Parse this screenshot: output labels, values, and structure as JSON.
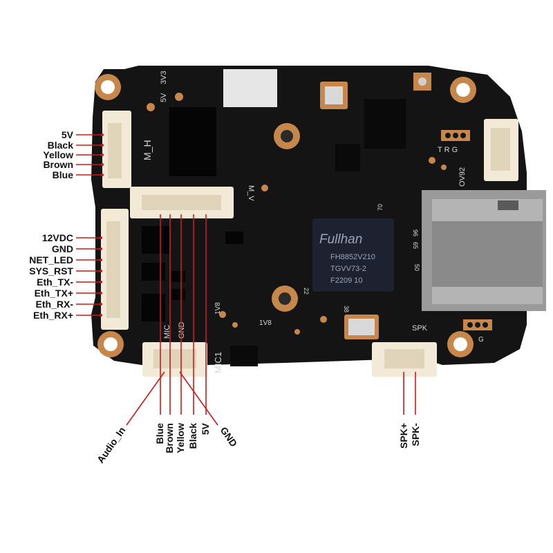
{
  "colors": {
    "board": "#141414",
    "wire": "#d01818",
    "text": "#111111",
    "pad": "#c8874a",
    "connector": "#f2ead7"
  },
  "left_upper_labels": [
    "5V",
    "Black",
    "Yellow",
    "Brown",
    "Blue"
  ],
  "left_lower_labels": [
    "12VDC",
    "GND",
    "NET_LED",
    "SYS_RST",
    "Eth_TX-",
    "Eth_TX+",
    "Eth_RX-",
    "Eth_RX+"
  ],
  "bottom_labels": [
    "Audio_In",
    "Blue",
    "Brown",
    "Yellow",
    "Black",
    "5V",
    "GND"
  ],
  "spk_labels": [
    "SPK+",
    "SPK-"
  ],
  "silkscreen": {
    "v33": "3V3",
    "v5": "5V",
    "mh": "M_H",
    "mv": "M_V",
    "mic": "MIC",
    "gnd": "GND",
    "mic1": "MIC1",
    "v18": "1V8",
    "ov92": "OV92",
    "trg": "T R G",
    "spk": "SPK",
    "g": "G",
    "n70": "70",
    "n96": "96",
    "n65": "65",
    "n50": "50",
    "n22": "22",
    "n38": "38"
  },
  "soc": {
    "brand": "Fullhan",
    "line1": "FH8852V210",
    "line2": "TGVV73-2",
    "line3": "F2209 10"
  }
}
